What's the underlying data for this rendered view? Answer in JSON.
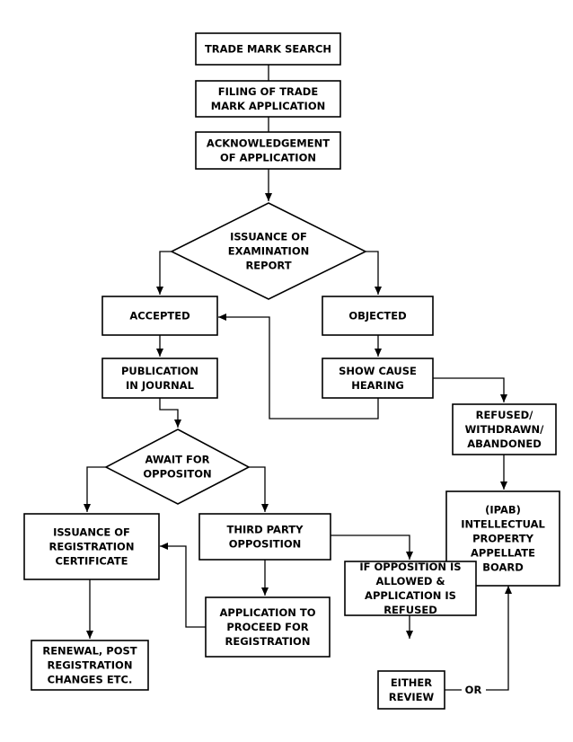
{
  "nodes": {
    "trade_mark_search": [
      "TRADE MARK SEARCH"
    ],
    "filing": [
      "FILING OF TRADE",
      "MARK APPLICATION"
    ],
    "acknowledgement": [
      "ACKNOWLEDGEMENT",
      "OF APPLICATION"
    ],
    "examination_report": [
      "ISSUANCE OF",
      "EXAMINATION",
      "REPORT"
    ],
    "accepted": [
      "ACCEPTED"
    ],
    "objected": [
      "OBJECTED"
    ],
    "publication": [
      "PUBLICATION",
      "IN JOURNAL"
    ],
    "show_cause": [
      "SHOW CAUSE",
      "HEARING"
    ],
    "refused": [
      "REFUSED/",
      "WITHDRAWN/",
      "ABANDONED"
    ],
    "await_opposition": [
      "AWAIT FOR",
      "OPPOSITON"
    ],
    "issuance_certificate": [
      "ISSUANCE OF",
      "REGISTRATION",
      "CERTIFICATE"
    ],
    "third_party": [
      "THIRD PARTY",
      "OPPOSITION"
    ],
    "ipab": [
      "(IPAB)",
      "INTELLECTUAL",
      "PROPERTY",
      "APPELLATE",
      "BOARD"
    ],
    "proceed_registration": [
      "APPLICATION TO",
      "PROCEED FOR",
      "REGISTRATION"
    ],
    "opposition_allowed": [
      "IF OPPOSITION IS",
      "ALLOWED &",
      "APPLICATION IS",
      "REFUSED"
    ],
    "renewal": [
      "RENEWAL, POST",
      "REGISTRATION",
      "CHANGES ETC."
    ],
    "either_review": [
      "EITHER",
      "REVIEW"
    ]
  },
  "edge_labels": {
    "or_label": "OR"
  }
}
